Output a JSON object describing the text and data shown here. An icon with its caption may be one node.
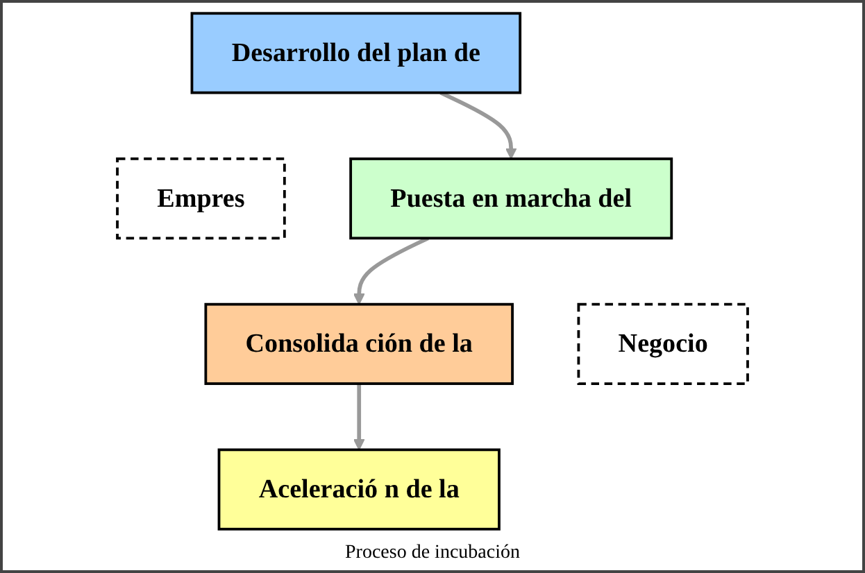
{
  "diagram": {
    "caption": "Proceso de incubación",
    "nodes": [
      {
        "text": [
          "Desarrollo del plan de"
        ]
      },
      {
        "text": [
          "Empres"
        ]
      },
      {
        "text": [
          "Puesta en marcha del"
        ]
      },
      {
        "text": [
          "Consolida ción de la"
        ]
      },
      {
        "text": [
          "Negocio"
        ]
      },
      {
        "text": [
          "Aceleració n de la"
        ]
      }
    ],
    "edges": [
      {
        "from": 0,
        "to": 2,
        "arrow": "to"
      },
      {
        "from": 2,
        "to": 3,
        "arrow": "to"
      },
      {
        "from": 3,
        "to": 5,
        "arrow": "to"
      }
    ]
  }
}
